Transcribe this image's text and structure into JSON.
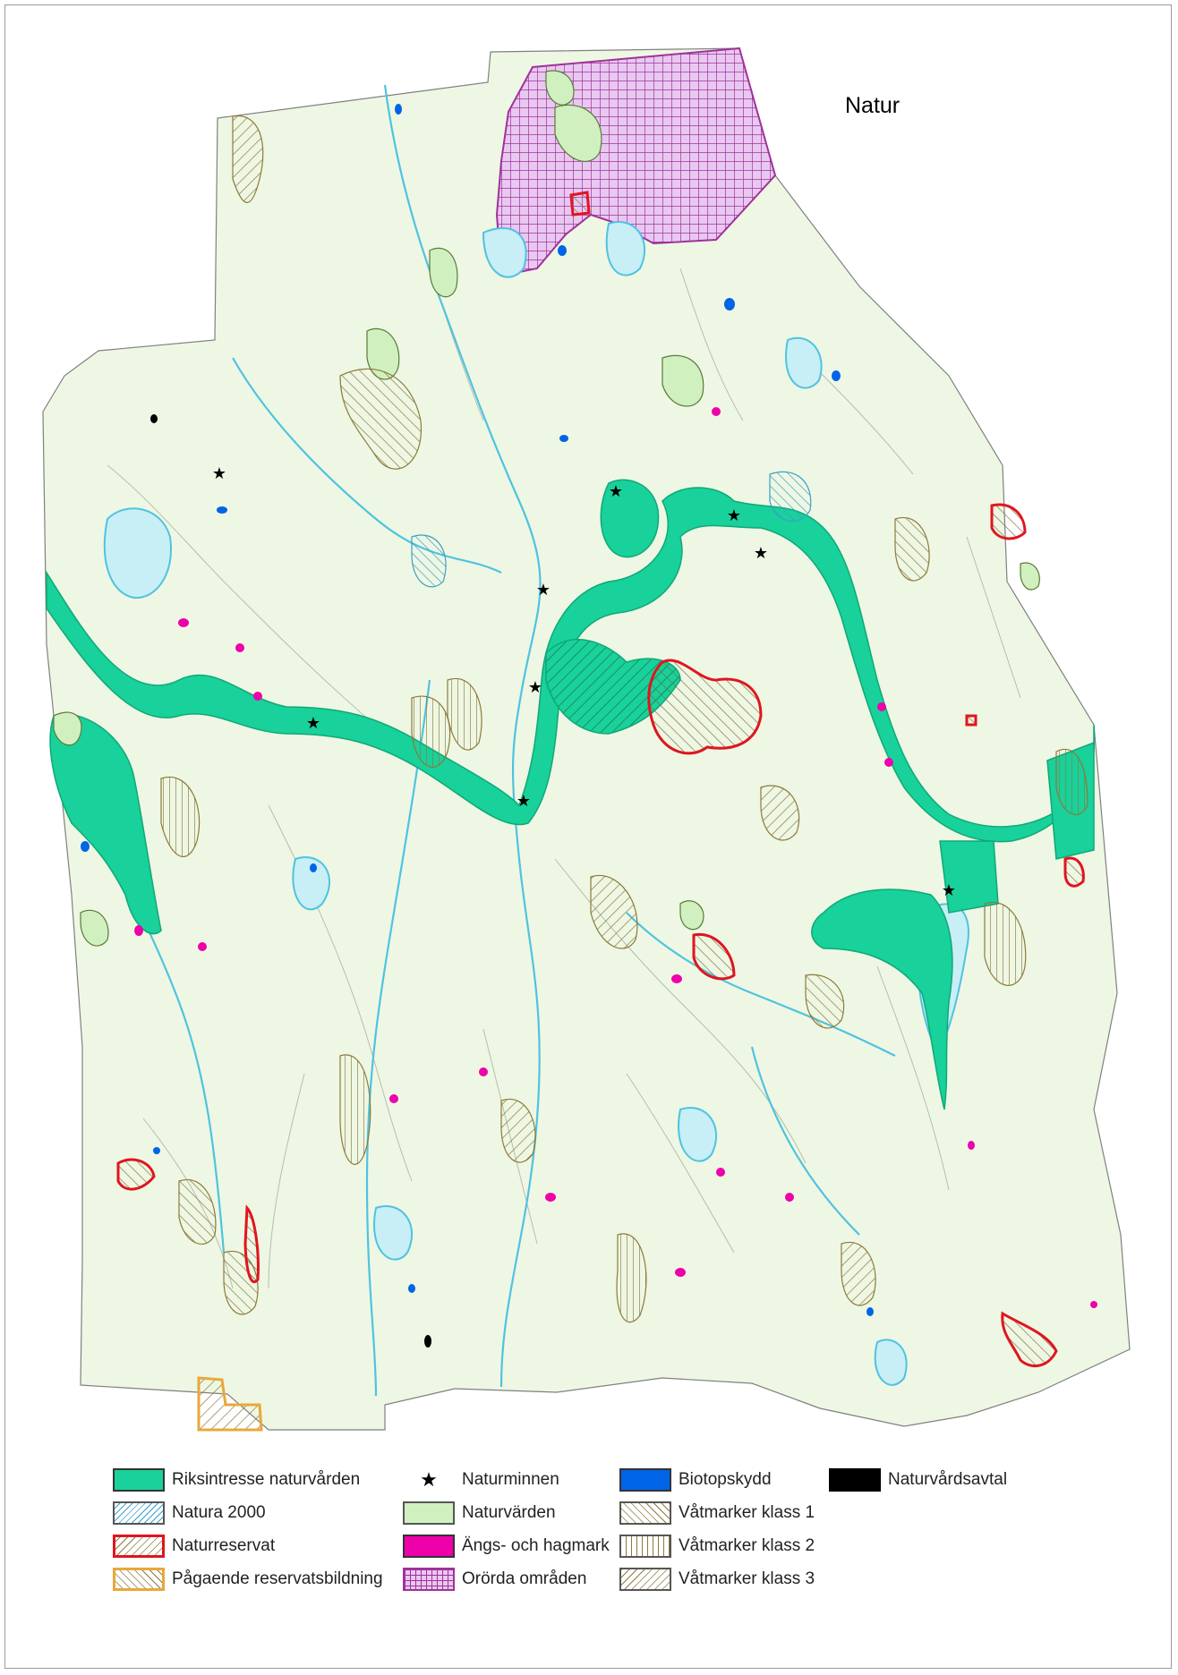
{
  "map": {
    "title": "Natur",
    "colors": {
      "background": "#eef7e3",
      "riksintresse": "#19d19a",
      "natura2000_hatch": "#3aa0c8",
      "naturreservat": "#e0151f",
      "pagaende": "#e8a83a",
      "naturminnen": "#000000",
      "naturvarden": "#d0f0c0",
      "angs_hagmark": "#ee00aa",
      "ororda": "#a0329a",
      "biotopskydd": "#0064e6",
      "vatmarker": "#8c7a3c",
      "naturvardsavtal": "#000000",
      "water": "#4fc3e0",
      "lake": "#c8eef6"
    }
  },
  "legend": [
    {
      "id": "riksintresse",
      "label": "Riksintresse naturvården",
      "icon": "solid-green-swatch"
    },
    {
      "id": "naturminnen",
      "label": "Naturminnen",
      "icon": "star-icon"
    },
    {
      "id": "biotopskydd",
      "label": "Biotopskydd",
      "icon": "solid-blue-swatch"
    },
    {
      "id": "naturvardsavtal",
      "label": "Naturvårdsavtal",
      "icon": "solid-black-swatch"
    },
    {
      "id": "natura2000",
      "label": "Natura 2000",
      "icon": "blue-hatch-swatch"
    },
    {
      "id": "naturvarden",
      "label": "Naturvärden",
      "icon": "light-green-swatch"
    },
    {
      "id": "vatmarker1",
      "label": "Våtmarker klass 1",
      "icon": "backslash-hatch-swatch"
    },
    {
      "id": "naturreservat",
      "label": "Naturreservat",
      "icon": "red-outline-hatch-swatch"
    },
    {
      "id": "angs",
      "label": "Ängs- och hagmark",
      "icon": "solid-magenta-swatch"
    },
    {
      "id": "vatmarker2",
      "label": "Våtmarker klass 2",
      "icon": "vertical-hatch-swatch"
    },
    {
      "id": "pagaende",
      "label": "Pågaende reservatsbildning",
      "icon": "orange-outline-hatch-swatch"
    },
    {
      "id": "ororda",
      "label": "Orörda områden",
      "icon": "purple-grid-swatch"
    },
    {
      "id": "vatmarker3",
      "label": "Våtmarker klass 3",
      "icon": "slash-hatch-swatch"
    }
  ]
}
